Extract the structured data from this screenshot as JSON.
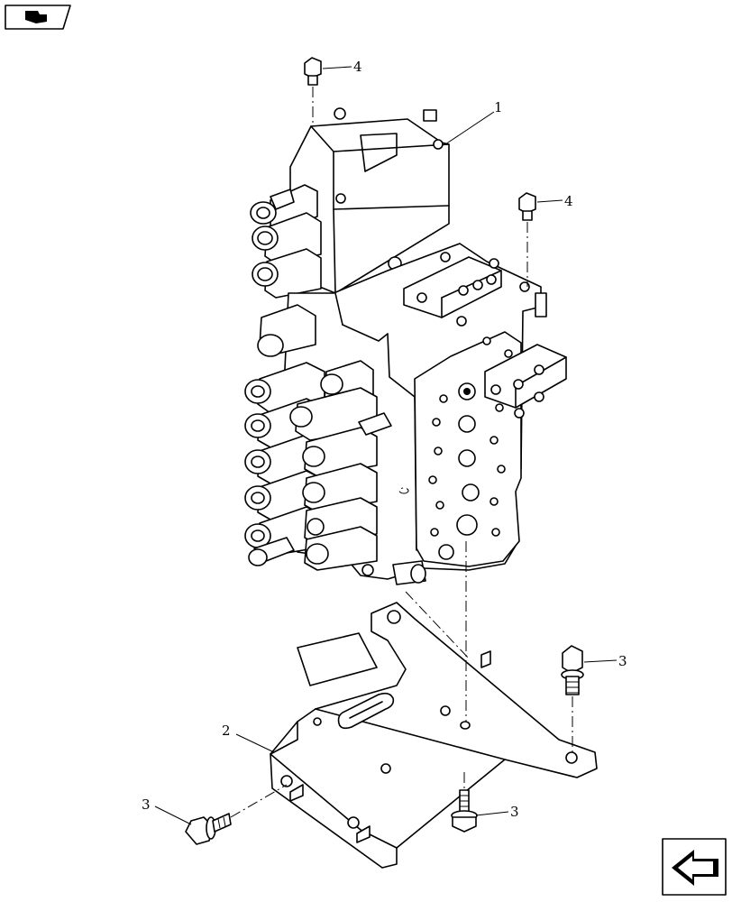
{
  "callouts": [
    {
      "id": "valve",
      "label": "1"
    },
    {
      "id": "bracket",
      "label": "2"
    },
    {
      "id": "bolt-left",
      "label": "3"
    },
    {
      "id": "bolt-right",
      "label": "3"
    },
    {
      "id": "bolt-bottom",
      "label": "3"
    },
    {
      "id": "screw-top",
      "label": "4"
    },
    {
      "id": "screw-right",
      "label": "4"
    }
  ],
  "icons": {
    "top_left": "book-icon",
    "bottom_right": "exit-arrow-icon"
  }
}
